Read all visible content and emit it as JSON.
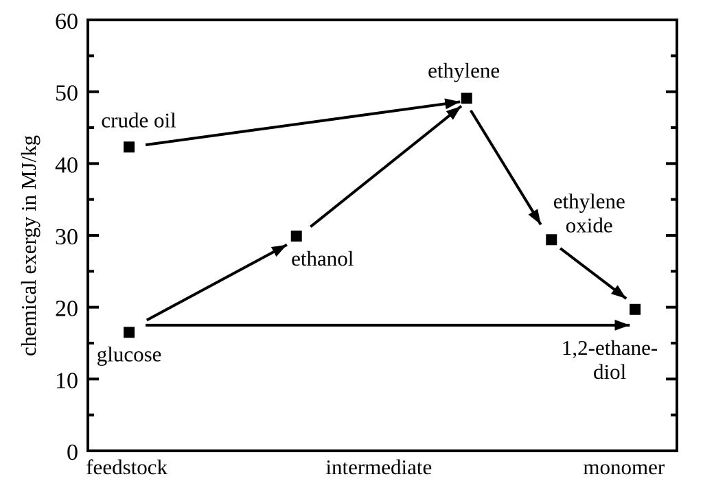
{
  "figure": {
    "description": "Scatter chart of chemical exergy of substances along a bio/petro production chain, with arrows showing conversion routes",
    "ink_color": "#000000",
    "background_color": "#ffffff"
  },
  "chart_data": {
    "type": "scatter",
    "title": "",
    "xlabel": "",
    "ylabel": "chemical exergy in MJ/kg",
    "ylim": [
      0,
      60
    ],
    "y_major_tick_step": 10,
    "y_minor_tick_step": 5,
    "y_tick_labels": [
      "0",
      "10",
      "20",
      "30",
      "40",
      "50",
      "60"
    ],
    "grid": false,
    "legend": false,
    "x_categories": [
      {
        "label": "feedstock",
        "x_frac": 0.066
      },
      {
        "label": "intermediate",
        "x_frac": 0.494
      },
      {
        "label": "monomer",
        "x_frac": 0.91
      }
    ],
    "points": [
      {
        "name": "crude oil",
        "stage": "feedstock",
        "x_frac": 0.07,
        "value_mj_per_kg": 42.3,
        "label_lines": [
          "crude oil"
        ],
        "label_dx": 14,
        "label_dy": -29
      },
      {
        "name": "glucose",
        "stage": "feedstock",
        "x_frac": 0.07,
        "value_mj_per_kg": 16.5,
        "label_lines": [
          "glucose"
        ],
        "label_dx": 0,
        "label_dy": 42
      },
      {
        "name": "ethanol",
        "stage": "intermediate",
        "x_frac": 0.354,
        "value_mj_per_kg": 29.9,
        "label_lines": [
          "ethanol"
        ],
        "label_dx": 38,
        "label_dy": 43
      },
      {
        "name": "ethylene",
        "stage": "intermediate",
        "x_frac": 0.643,
        "value_mj_per_kg": 49.1,
        "label_lines": [
          "ethylene"
        ],
        "label_dx": -4,
        "label_dy": -30
      },
      {
        "name": "ethylene oxide",
        "stage": "monomer",
        "x_frac": 0.787,
        "value_mj_per_kg": 29.4,
        "label_lines": [
          "ethylene",
          "oxide"
        ],
        "label_dx": 55,
        "label_dy": -46
      },
      {
        "name": "1,2-ethanediol",
        "stage": "monomer",
        "x_frac": 0.929,
        "value_mj_per_kg": 19.7,
        "label_lines": [
          "1,2-ethane-",
          "diol"
        ],
        "label_dx": -37,
        "label_dy": 66
      }
    ],
    "arrows": [
      {
        "from": "crude oil",
        "to": "ethylene",
        "x1_frac": 0.098,
        "y1_value": 42.6,
        "x2_frac": 0.632,
        "y2_value": 48.6
      },
      {
        "from": "glucose",
        "to": "ethanol",
        "x1_frac": 0.1,
        "y1_value": 18.2,
        "x2_frac": 0.338,
        "y2_value": 28.7
      },
      {
        "from": "ethanol",
        "to": "ethylene",
        "x1_frac": 0.378,
        "y1_value": 31.2,
        "x2_frac": 0.634,
        "y2_value": 48.0
      },
      {
        "from": "ethylene",
        "to": "ethylene oxide",
        "x1_frac": 0.65,
        "y1_value": 47.4,
        "x2_frac": 0.769,
        "y2_value": 31.5
      },
      {
        "from": "ethylene oxide",
        "to": "1,2-ethanediol",
        "x1_frac": 0.802,
        "y1_value": 28.2,
        "x2_frac": 0.914,
        "y2_value": 21.2
      },
      {
        "from": "glucose",
        "to": "1,2-ethanediol",
        "x1_frac": 0.098,
        "y1_value": 17.5,
        "x2_frac": 0.92,
        "y2_value": 17.5
      }
    ]
  }
}
